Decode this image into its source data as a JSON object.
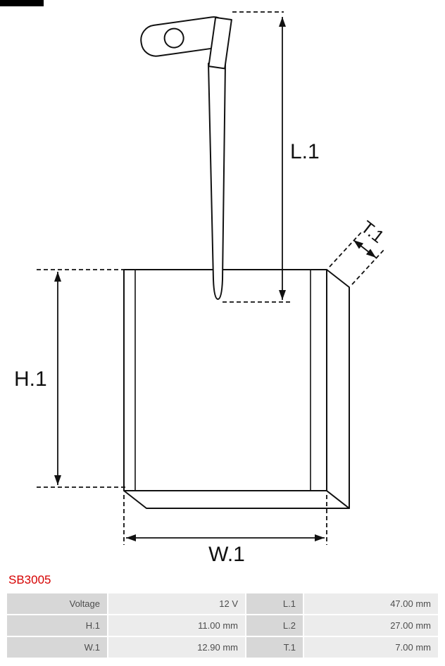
{
  "part_number": "SB3005",
  "diagram": {
    "labels": {
      "l1": "L.1",
      "h1": "H.1",
      "w1": "W.1",
      "t1": "T.1"
    }
  },
  "specs": {
    "rows": [
      {
        "label_left": "Voltage",
        "value_left": "12 V",
        "label_right": "L.1",
        "value_right": "47.00 mm"
      },
      {
        "label_left": "H.1",
        "value_left": "11.00 mm",
        "label_right": "L.2",
        "value_right": "27.00 mm"
      },
      {
        "label_left": "W.1",
        "value_left": "12.90 mm",
        "label_right": "T.1",
        "value_right": "7.00 mm"
      }
    ]
  },
  "colors": {
    "part_number_red": "#d60000",
    "label_cell_bg": "#d7d7d7",
    "value_cell_bg": "#ececec",
    "line_color": "#111111"
  }
}
